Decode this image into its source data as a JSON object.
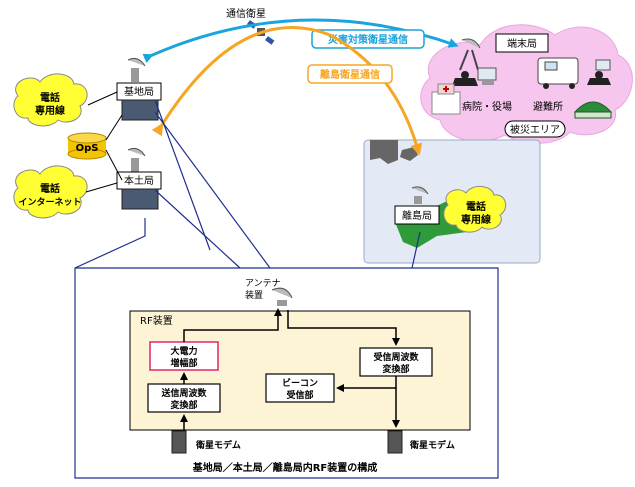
{
  "satellite": {
    "label": "通信衛星"
  },
  "links": {
    "disaster": {
      "label": "災害対策衛星通信",
      "color": "#1aa3dc"
    },
    "island": {
      "label": "離島衛星通信",
      "color": "#f5a623"
    }
  },
  "left_nodes": {
    "phone_dedicated": {
      "line1": "電話",
      "line2": "専用線"
    },
    "base_station": "基地局",
    "ops": "OpS",
    "mainland_station": "本土局",
    "phone_internet": {
      "line1": "電話",
      "line2": "インターネット"
    }
  },
  "disaster_area": {
    "terminal_station": "端末局",
    "hospital": "病院・役場",
    "shelter": "避難所",
    "area_label": "被災エリア",
    "color": "#f7c6ef"
  },
  "island_area": {
    "station": "離島局",
    "phone": {
      "line1": "電話",
      "line2": "専用線"
    },
    "color": "#e3e9f5"
  },
  "rf_detail": {
    "antenna": {
      "line1": "アンテナ",
      "line2": "装置"
    },
    "rf_unit_label": "RF装置",
    "hpa": {
      "line1": "大電力",
      "line2": "増幅部"
    },
    "tx_converter": {
      "line1": "送信周波数",
      "line2": "変換部"
    },
    "rx_converter": {
      "line1": "受信周波数",
      "line2": "変換部"
    },
    "beacon": {
      "line1": "ビーコン",
      "line2": "受信部"
    },
    "modem_left": "衛星モデム",
    "modem_right": "衛星モデム",
    "caption": "基地局／本土局／離島局内RF装置の構成",
    "rf_bg_color": "#fdf4d6"
  }
}
